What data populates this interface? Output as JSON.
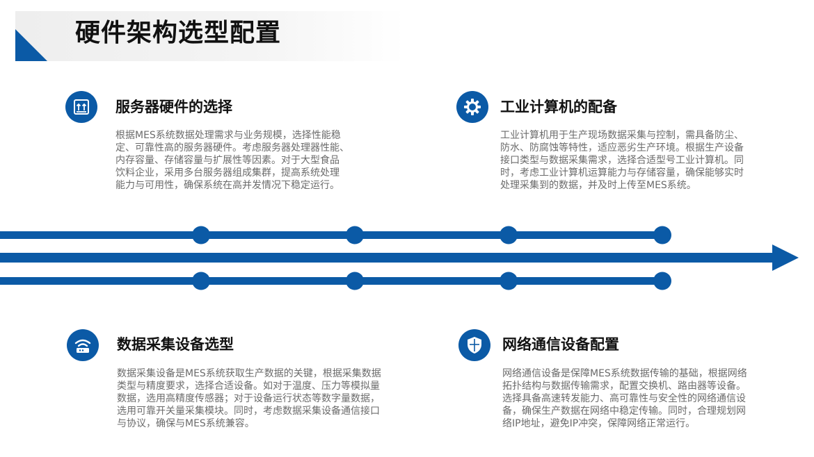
{
  "page": {
    "title": "硬件架构选型配置"
  },
  "sections": [
    {
      "title": "服务器硬件的选择",
      "icon": "server-icon",
      "lines": [
        "根据MES系统数据处理需求与业务规模，选择性能稳",
        "定、可靠性高的服务器硬件。考虑服务器处理器性能、",
        "内存容量、存储容量与扩展性等因素。对于大型食品",
        "饮料企业，采用多台服务器组成集群，提高系统处理",
        "能力与可用性，确保系统在高并发情况下稳定运行。"
      ]
    },
    {
      "title": "工业计算机的配备",
      "icon": "gear-icon",
      "lines": [
        "工业计算机用于生产现场数据采集与控制，需具备防尘、",
        "防水、防腐蚀等特性，适应恶劣生产环境。根据生产设备",
        "接口类型与数据采集需求，选择合适型号工业计算机。同",
        "时，考虑工业计算机运算能力与存储容量，确保能够实时",
        "处理采集到的数据，并及时上传至MES系统。"
      ]
    },
    {
      "title": "数据采集设备选型",
      "icon": "wifi-router-icon",
      "lines": [
        "数据采集设备是MES系统获取生产数据的关键，根据采集数据",
        "类型与精度要求，选择合适设备。如对于温度、压力等模拟量",
        "数据，选用高精度传感器；对于设备运行状态等数字量数据，",
        "选用可靠开关量采集模块。同时，考虑数据采集设备通信接口",
        "与协议，确保与MES系统兼容。"
      ]
    },
    {
      "title": "网络通信设备配置",
      "icon": "shield-icon",
      "lines": [
        "网络通信设备是保障MES系统数据传输的基础，根据网络",
        "拓扑结构与数据传输需求，配置交换机、路由器等设备。",
        "选择具备高速转发能力、高可靠性与安全性的网络通信设",
        "备，确保生产数据在网络中稳定传输。同时，合理规划网",
        "络IP地址，避免IP冲突，保障网络正常运行。"
      ]
    }
  ],
  "colors": {
    "accent": "#0b5aa6",
    "title": "#111111",
    "body": "#6b6b6b"
  }
}
